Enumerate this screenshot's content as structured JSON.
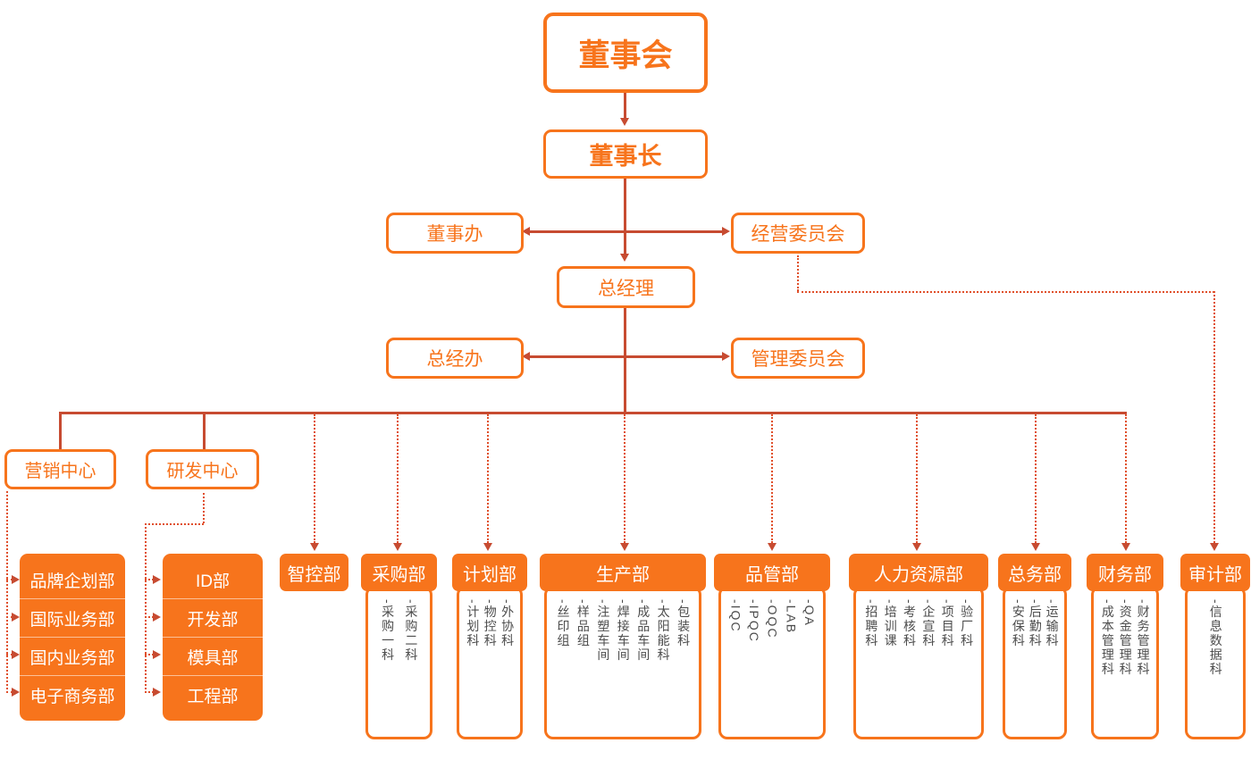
{
  "palette": {
    "orange": "#F7741C",
    "connector_solid": "#C74B31",
    "connector_dotted": "#E0502B",
    "sub_item_text": "#4D4D4D"
  },
  "top": {
    "board": "董事会",
    "chairman": "董事长",
    "board_office": "董事办",
    "operation_committee": "经营委员会",
    "general_manager": "总经理",
    "gm_office": "总经办",
    "management_committee": "管理委员会"
  },
  "centers": [
    {
      "label": "营销中心",
      "children": [
        "品牌企划部",
        "国际业务部",
        "国内业务部",
        "电子商务部"
      ]
    },
    {
      "label": "研发中心",
      "children": [
        "ID部",
        "开发部",
        "模具部",
        "工程部"
      ]
    }
  ],
  "departments": [
    {
      "label": "智控部",
      "items": []
    },
    {
      "label": "采购部",
      "items": [
        "-采购一科",
        "-采购二科"
      ]
    },
    {
      "label": "计划部",
      "items": [
        "-计划科",
        "-物控科",
        "-外协科"
      ]
    },
    {
      "label": "生产部",
      "items": [
        "-丝印组",
        "-样品组",
        "-注塑车间",
        "-焊接车间",
        "-成品车间",
        "-太阳能科",
        "-包装科"
      ]
    },
    {
      "label": "品管部",
      "items": [
        "-IQC",
        "-IPQC",
        "-OQC",
        "-LAB",
        "-QA"
      ]
    },
    {
      "label": "人力资源部",
      "items": [
        "-招聘科",
        "-培训课",
        "-考核科",
        "-企宣科",
        "-项目科",
        "-验厂科"
      ]
    },
    {
      "label": "总务部",
      "items": [
        "-安保科",
        "-后勤科",
        "-运输科"
      ]
    },
    {
      "label": "财务部",
      "items": [
        "-成本管理科",
        "-资金管理科",
        "-财务管理科"
      ]
    },
    {
      "label": "审计部",
      "items": [
        "-信息数据科"
      ]
    }
  ]
}
